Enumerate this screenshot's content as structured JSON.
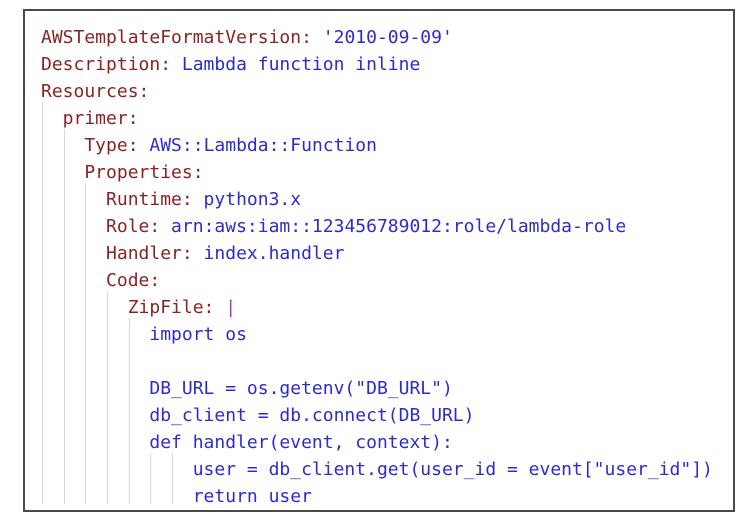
{
  "colors": {
    "key": "#8b2222",
    "val": "#2d2bce",
    "pipe": "#a431c9",
    "guide": "#d9d9d9",
    "border": "#4a4a4a"
  },
  "code": {
    "lines": [
      {
        "segs": [
          {
            "t": "AWSTemplateFormatVersion:",
            "c": "key"
          },
          {
            "t": " '2010-09-09'",
            "c": "val"
          }
        ]
      },
      {
        "segs": [
          {
            "t": "Description:",
            "c": "key"
          },
          {
            "t": " Lambda function inline",
            "c": "val"
          }
        ]
      },
      {
        "segs": [
          {
            "t": "Resources:",
            "c": "key"
          }
        ]
      },
      {
        "segs": [
          {
            "t": "  primer:",
            "c": "key"
          }
        ]
      },
      {
        "segs": [
          {
            "t": "    Type:",
            "c": "key"
          },
          {
            "t": " AWS::Lambda::Function",
            "c": "val"
          }
        ]
      },
      {
        "segs": [
          {
            "t": "    Properties:",
            "c": "key"
          }
        ]
      },
      {
        "segs": [
          {
            "t": "      Runtime:",
            "c": "key"
          },
          {
            "t": " python3.x",
            "c": "val"
          }
        ]
      },
      {
        "segs": [
          {
            "t": "      Role:",
            "c": "key"
          },
          {
            "t": " arn:aws:iam::123456789012:role/lambda-role",
            "c": "val"
          }
        ]
      },
      {
        "segs": [
          {
            "t": "      Handler:",
            "c": "key"
          },
          {
            "t": " index.handler",
            "c": "val"
          }
        ]
      },
      {
        "segs": [
          {
            "t": "      Code:",
            "c": "key"
          }
        ]
      },
      {
        "segs": [
          {
            "t": "        ZipFile:",
            "c": "key"
          },
          {
            "t": " ",
            "c": "val"
          },
          {
            "t": "|",
            "c": "pipe"
          }
        ]
      },
      {
        "segs": [
          {
            "t": "          import os",
            "c": "val"
          }
        ]
      },
      {
        "segs": []
      },
      {
        "segs": [
          {
            "t": "          DB_URL = os.getenv(\"DB_URL\")",
            "c": "val"
          }
        ]
      },
      {
        "segs": [
          {
            "t": "          db_client = db.connect(DB_URL)",
            "c": "val"
          }
        ]
      },
      {
        "segs": [
          {
            "t": "          def handler(event, context):",
            "c": "val"
          }
        ]
      },
      {
        "segs": [
          {
            "t": "              user = db_client.get(user_id = event[\"user_id\"])",
            "c": "val"
          }
        ]
      },
      {
        "segs": [
          {
            "t": "              return user",
            "c": "val"
          }
        ]
      }
    ],
    "indent_guides": [
      {
        "col": 0,
        "from_row": 3
      },
      {
        "col": 2,
        "from_row": 4
      },
      {
        "col": 4,
        "from_row": 6
      },
      {
        "col": 6,
        "from_row": 10
      },
      {
        "col": 8,
        "from_row": 11
      },
      {
        "col": 10,
        "from_row": 16
      },
      {
        "col": 12,
        "from_row": 16
      }
    ]
  }
}
